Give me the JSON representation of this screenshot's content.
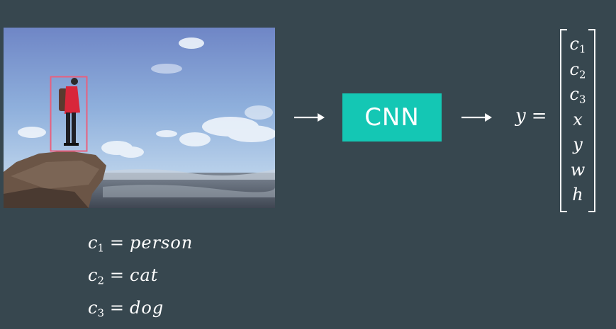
{
  "diagram": {
    "cnn_label": "CNN",
    "output_variable": "y",
    "equals": "=",
    "output_vector": [
      {
        "base": "c",
        "sub": "1"
      },
      {
        "base": "c",
        "sub": "2"
      },
      {
        "base": "c",
        "sub": "3"
      },
      {
        "base": "x",
        "sub": ""
      },
      {
        "base": "y",
        "sub": ""
      },
      {
        "base": "w",
        "sub": ""
      },
      {
        "base": "h",
        "sub": ""
      }
    ],
    "class_definitions": [
      {
        "var": "c",
        "sub": "1",
        "value": "person"
      },
      {
        "var": "c",
        "sub": "2",
        "value": "cat"
      },
      {
        "var": "c",
        "sub": "3",
        "value": "dog"
      }
    ]
  },
  "colors": {
    "background": "#37474f",
    "cnn_box": "#14c7b4",
    "bounding_box": "#e8607e",
    "text": "#ffffff"
  },
  "icons": [
    "arrow-right-icon",
    "arrow-right-icon"
  ]
}
